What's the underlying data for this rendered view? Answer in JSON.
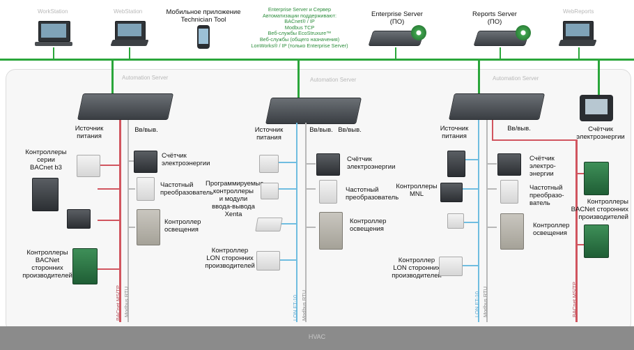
{
  "top": {
    "workstation": "WorkStation",
    "webstation": "WebStation",
    "mobile_app": [
      "Мобильное приложение",
      "Technician Tool"
    ],
    "protocols": [
      "Enterprise Server и Сервер",
      "Автоматизации поддерживают:",
      "BACnet® / IP",
      "Modbus TCP",
      "Веб-службы EcoStruxure™",
      "Веб-службы (общего назначения)",
      "LonWorks® / IP (только Enterprise Server)"
    ],
    "enterprise_server": [
      "Enterprise Server",
      "(ПО)"
    ],
    "reports_server": [
      "Reports Server",
      "(ПО)"
    ],
    "webreports": "WebReports"
  },
  "automation_server": "Automation Server",
  "left": {
    "power": [
      "Источник",
      "питания"
    ],
    "io": "Вв/выв.",
    "b3": [
      "Контроллеры",
      "серии",
      "BACnet b3"
    ],
    "meter": [
      "Счётчик",
      "электроэнергии"
    ],
    "vfd": [
      "Частотный",
      "преобразователь"
    ],
    "light": [
      "Контроллер",
      "освещения"
    ],
    "third": [
      "Контроллеры",
      "BACNet сторонних",
      "производителей"
    ],
    "bus1": "BACnet MS/TP",
    "bus2": "Modbus RTU"
  },
  "middle": {
    "power": [
      "Источник",
      "питания"
    ],
    "io1": "Вв/выв.",
    "io2": "Вв/выв.",
    "xenta": [
      "Программируемые",
      "контроллеры",
      "и модули",
      "ввода-вывода",
      "Xenta"
    ],
    "lon": [
      "Контроллер",
      "LON сторонних",
      "производителей"
    ],
    "meter": [
      "Счётчик",
      "электроэнергии"
    ],
    "vfd": [
      "Частотный",
      "преобразователь"
    ],
    "light": [
      "Контроллер",
      "освещения"
    ],
    "bus1": "LON FT-10",
    "bus2": "Modbus RTU"
  },
  "right": {
    "power": [
      "Источник",
      "питания"
    ],
    "io": "Вв/выв.",
    "mnl": [
      "Контроллеры",
      "MNL"
    ],
    "lon": [
      "Контроллер",
      "LON сторонних",
      "производителей"
    ],
    "meter": [
      "Счётчик",
      "электро-",
      "энергии"
    ],
    "vfd": [
      "Частотный",
      "преобразо-",
      "ватель"
    ],
    "light": [
      "Контроллер",
      "освещения"
    ],
    "bus1": "LON FT-10",
    "bus2": "Modbus RTU",
    "bus3": "BACnet MS/TP"
  },
  "far_right": {
    "meter": [
      "Счётчик",
      "электроэнергии"
    ],
    "third": [
      "Контроллеры",
      "BACNet сторонних",
      "производителей"
    ]
  },
  "hvac": "HVAC"
}
